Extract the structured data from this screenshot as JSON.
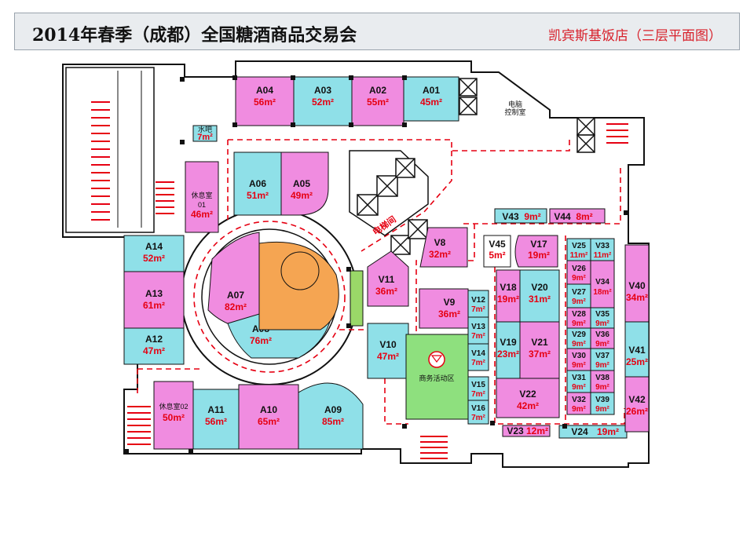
{
  "header": {
    "title": "2014年春季（成都）全国糖酒商品交易会",
    "subtitle": "凯宾斯基饭店（三层平面图）"
  },
  "colors": {
    "magenta": "#f08ce0",
    "cyan": "#8fe0e8",
    "orange": "#f5a552",
    "green": "#8ee07e",
    "wall": "#111111",
    "route": "#e60012"
  },
  "labels": {
    "computer_room": "电脑",
    "computer_room_2": "控制室",
    "water_bar": "水吧",
    "water_bar_area": "7m²",
    "elevator_hall": "电梯间",
    "business_area": "商务活动区",
    "rest_room_01_a": "休息室",
    "rest_room_01_b": "01",
    "rest_room_01_area": "46m²",
    "rest_room_02": "休息室02",
    "rest_room_02_area": "50m²"
  },
  "booths": [
    {
      "id": "A04",
      "area": "56m²"
    },
    {
      "id": "A03",
      "area": "52m²"
    },
    {
      "id": "A02",
      "area": "55m²"
    },
    {
      "id": "A01",
      "area": "45m²"
    },
    {
      "id": "A06",
      "area": "51m²"
    },
    {
      "id": "A05",
      "area": "49m²"
    },
    {
      "id": "A14",
      "area": "52m²"
    },
    {
      "id": "A13",
      "area": "61m²"
    },
    {
      "id": "A12",
      "area": "47m²"
    },
    {
      "id": "A07",
      "area": "82m²"
    },
    {
      "id": "A08",
      "area": "76m²"
    },
    {
      "id": "A11",
      "area": "56m²"
    },
    {
      "id": "A10",
      "area": "65m²"
    },
    {
      "id": "A09",
      "area": "85m²"
    },
    {
      "id": "V8",
      "area": "32m²"
    },
    {
      "id": "V11",
      "area": "36m²"
    },
    {
      "id": "V9",
      "area": "36m²"
    },
    {
      "id": "V10",
      "area": "47m²"
    },
    {
      "id": "V12",
      "area": "7m²"
    },
    {
      "id": "V13",
      "area": "7m²"
    },
    {
      "id": "V14",
      "area": "7m²"
    },
    {
      "id": "V15",
      "area": "7m²"
    },
    {
      "id": "V16",
      "area": "7m²"
    },
    {
      "id": "V43",
      "area": "9m²"
    },
    {
      "id": "V44",
      "area": "8m²"
    },
    {
      "id": "V45",
      "area": "5m²"
    },
    {
      "id": "V17",
      "area": "19m²"
    },
    {
      "id": "V18",
      "area": "19m²"
    },
    {
      "id": "V20",
      "area": "31m²"
    },
    {
      "id": "V19",
      "area": "23m²"
    },
    {
      "id": "V21",
      "area": "37m²"
    },
    {
      "id": "V22",
      "area": "42m²"
    },
    {
      "id": "V23",
      "area": "12m²"
    },
    {
      "id": "V24",
      "area": "19m²"
    },
    {
      "id": "V25",
      "area": "11m²"
    },
    {
      "id": "V33",
      "area": "11m²"
    },
    {
      "id": "V26",
      "area": "9m²"
    },
    {
      "id": "V27",
      "area": "9m²"
    },
    {
      "id": "V34",
      "area": "18m²"
    },
    {
      "id": "V28",
      "area": "9m²"
    },
    {
      "id": "V35",
      "area": "9m²"
    },
    {
      "id": "V29",
      "area": "9m²"
    },
    {
      "id": "V36",
      "area": "9m²"
    },
    {
      "id": "V30",
      "area": "9m²"
    },
    {
      "id": "V37",
      "area": "9m²"
    },
    {
      "id": "V31",
      "area": "9m²"
    },
    {
      "id": "V38",
      "area": "9m²"
    },
    {
      "id": "V32",
      "area": "9m²"
    },
    {
      "id": "V39",
      "area": "9m²"
    },
    {
      "id": "V40",
      "area": "34m²"
    },
    {
      "id": "V41",
      "area": "25m²"
    },
    {
      "id": "V42",
      "area": "26m²"
    }
  ]
}
